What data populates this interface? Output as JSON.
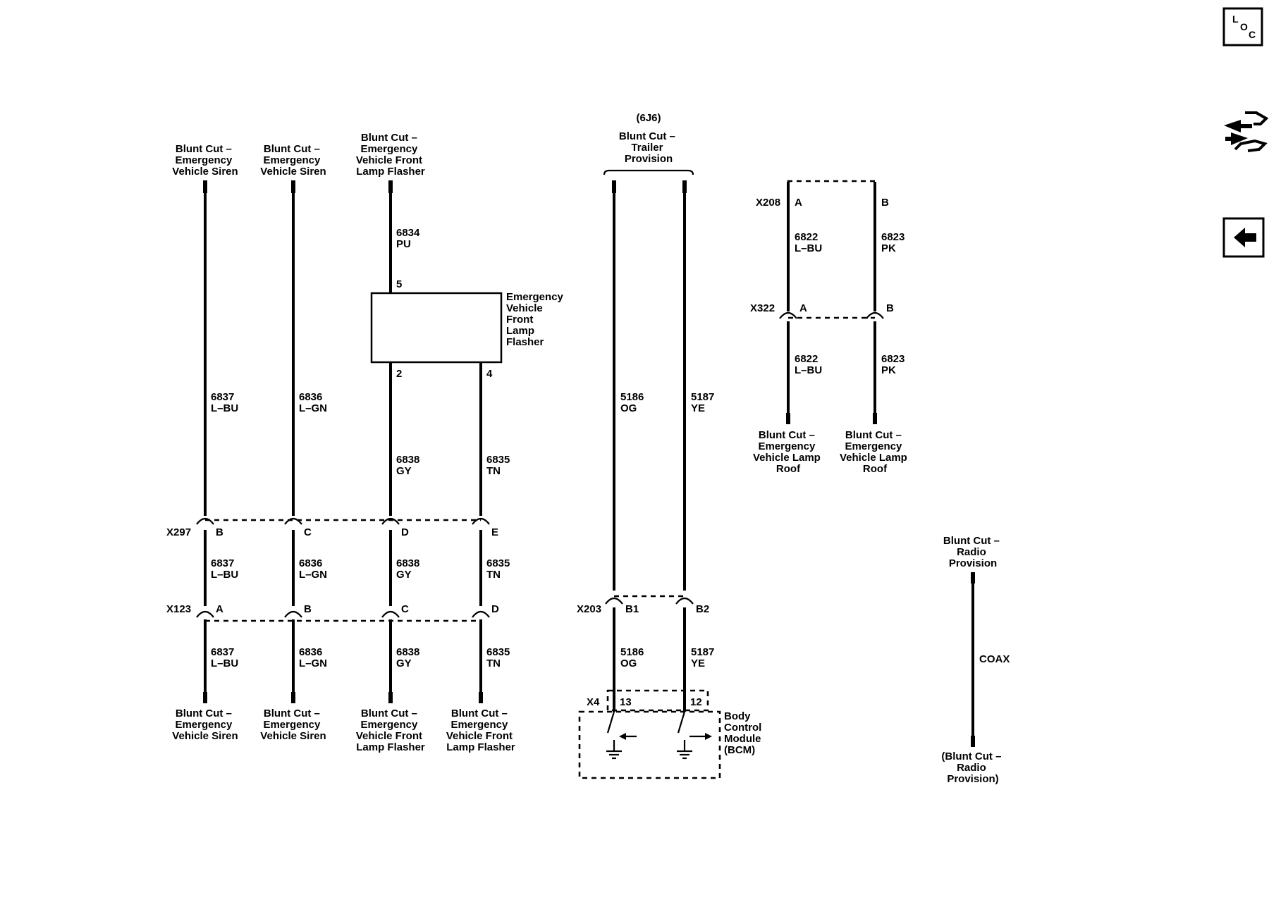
{
  "wire_labels": {
    "blunt_siren": [
      "Blunt Cut –",
      "Emergency",
      "Vehicle Siren"
    ],
    "blunt_flasher": [
      "Blunt Cut –",
      "Emergency",
      "Vehicle Front",
      "Lamp Flasher"
    ],
    "blunt_trailer": [
      "Blunt Cut –",
      "Trailer",
      "Provision"
    ],
    "option_code": "(6J6)",
    "blunt_roof": [
      "Blunt Cut –",
      "Emergency",
      "Vehicle Lamp",
      "Roof"
    ],
    "blunt_radio": [
      "Blunt Cut –",
      "Radio",
      "Provision"
    ],
    "blunt_radio_bottom": [
      "(Blunt Cut –",
      "Radio",
      "Provision)"
    ]
  },
  "components": {
    "flasher": {
      "name": [
        "Emergency",
        "Vehicle",
        "Front",
        "Lamp",
        "Flasher"
      ],
      "pins": [
        "5",
        "2",
        "4"
      ]
    },
    "bcm": {
      "name": [
        "Body",
        "Control",
        "Module",
        "(BCM)"
      ],
      "connector": "X4",
      "pins": [
        "13",
        "12"
      ]
    }
  },
  "connectors": {
    "x297": {
      "id": "X297",
      "pins": [
        "B",
        "C",
        "D",
        "E"
      ]
    },
    "x123": {
      "id": "X123",
      "pins": [
        "A",
        "B",
        "C",
        "D"
      ]
    },
    "x203": {
      "id": "X203",
      "pins": [
        "B1",
        "B2"
      ]
    },
    "x208": {
      "id": "X208",
      "pins": [
        "A",
        "B"
      ]
    },
    "x322": {
      "id": "X322",
      "pins": [
        "A",
        "B"
      ]
    }
  },
  "circuits": {
    "c6837": [
      "6837",
      "L–BU"
    ],
    "c6836": [
      "6836",
      "L–GN"
    ],
    "c6834": [
      "6834",
      "PU"
    ],
    "c6838": [
      "6838",
      "GY"
    ],
    "c6835": [
      "6835",
      "TN"
    ],
    "c5186": [
      "5186",
      "OG"
    ],
    "c5187": [
      "5187",
      "YE"
    ],
    "c6822": [
      "6822",
      "L–BU"
    ],
    "c6823": [
      "6823",
      "PK"
    ],
    "coax": "COAX"
  },
  "nav_icons": {
    "loc": [
      "L",
      "O",
      "C"
    ],
    "names": [
      "loc-icon",
      "connector-pinout-icon",
      "back-arrow-icon"
    ]
  }
}
